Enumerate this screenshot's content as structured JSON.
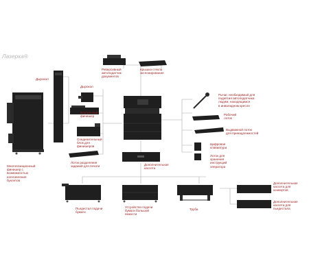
{
  "brand": {
    "text": "Лазерка®"
  },
  "colors": {
    "line": "#a8a8a8",
    "label": "#9c1c1c",
    "device": "#1f1f1f",
    "device_light": "#3a3a3a"
  },
  "labels": {
    "dyrokol_left": "Дырокол",
    "booklet_finisher": "Многопозиционный\nфинишер с\nвозможностью\nизготовления\nбуклетов",
    "dyrokol_mid": "Дырокол",
    "inner_finisher": "Внутренний\nфинишер",
    "connect_block": "Соединительный\nблок для\nфинишеров",
    "separator_tray": "Лоток разделения\nзаданий для печати",
    "reverse_adf": "Реверсивный\nавтоподатчик\nдокументов",
    "platen_cover": "Крышка стекла\nэкспонирования",
    "lever": "Рычаг, необходимый для\nподнятия автоподатчика\nлюдям, находящимся\nв инвалидном кресле",
    "work_tray": "Рабочий\nлоток",
    "exit_tray": "Выдвижной лоток\nдля принадлежностей",
    "keypad": "Цифровая\nклавиатура",
    "instr_tray": "Лоток для\nхранения\nинструкций\nоператора",
    "add_cassette": "Дополнительная\nкассета",
    "pedestal_paper": "Пьедестал подачи\nбумаги",
    "lcf": "Устройство подачи\nбумаги большой\nемкости",
    "pipe": "Труба",
    "cassette_conv": "Дополнительная\nкассета для\nконвертов",
    "cassette_ped": "Дополнительная\nкассета для\nпьедестала"
  }
}
